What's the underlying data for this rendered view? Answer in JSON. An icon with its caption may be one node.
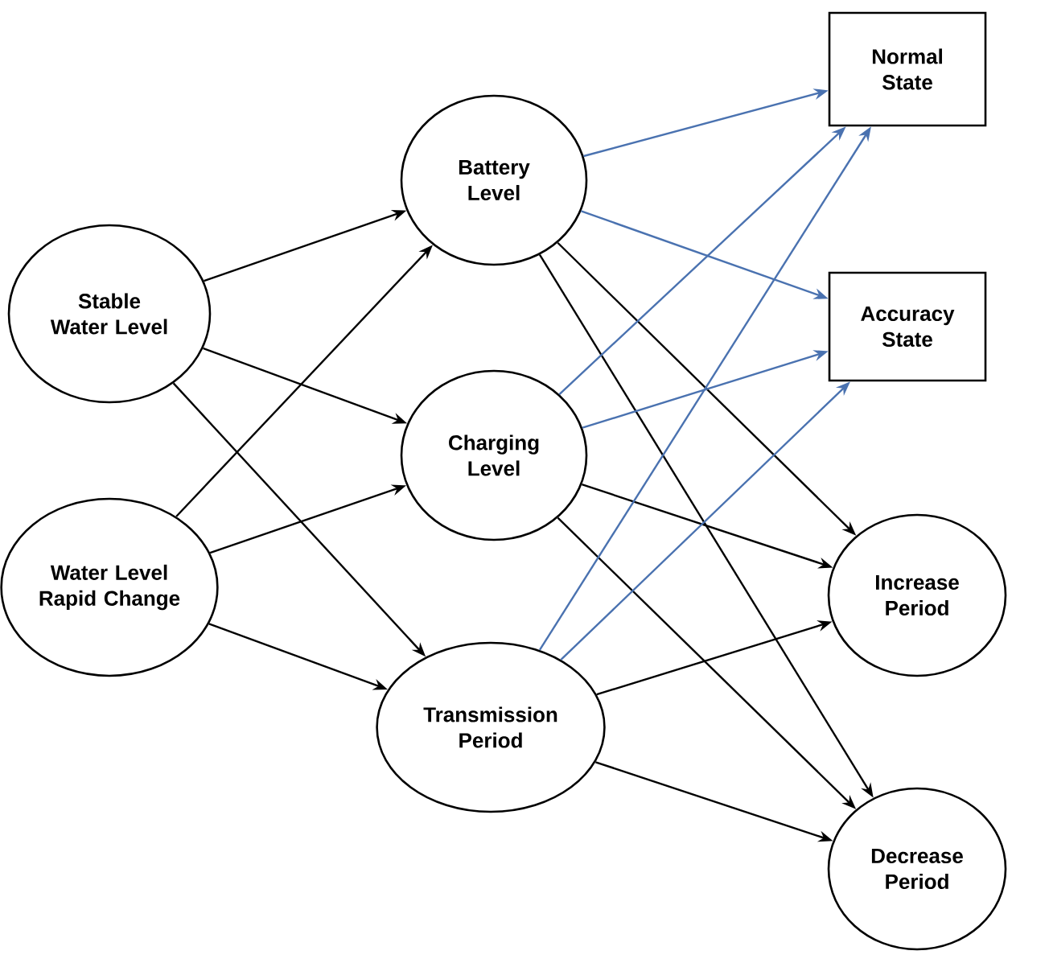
{
  "diagram": {
    "nodes": [
      {
        "text": [
          "Stable Water Level"
        ]
      },
      {
        "text": [
          "Water Level Rapid Change"
        ]
      },
      {
        "text": [
          "Battery Level"
        ]
      },
      {
        "text": [
          "Charging Level"
        ]
      },
      {
        "text": [
          "Transmission Period"
        ]
      },
      {
        "text": [
          "Normal State"
        ]
      },
      {
        "text": [
          "Accuracy State"
        ]
      },
      {
        "text": [
          "Increase Period"
        ]
      },
      {
        "text": [
          "Decrease Period"
        ]
      }
    ],
    "edges": [
      {
        "from": 0,
        "to": 2,
        "arrow": "to"
      },
      {
        "from": 0,
        "to": 3,
        "arrow": "to"
      },
      {
        "from": 0,
        "to": 4,
        "arrow": "to"
      },
      {
        "from": 1,
        "to": 2,
        "arrow": "to"
      },
      {
        "from": 1,
        "to": 3,
        "arrow": "to"
      },
      {
        "from": 1,
        "to": 4,
        "arrow": "to"
      },
      {
        "from": 2,
        "to": 5,
        "arrow": "to",
        "color": "#4a72b0"
      },
      {
        "from": 2,
        "to": 6,
        "arrow": "to",
        "color": "#4a72b0"
      },
      {
        "from": 2,
        "to": 7,
        "arrow": "to"
      },
      {
        "from": 2,
        "to": 8,
        "arrow": "to"
      },
      {
        "from": 3,
        "to": 5,
        "arrow": "to",
        "color": "#4a72b0"
      },
      {
        "from": 3,
        "to": 6,
        "arrow": "to",
        "color": "#4a72b0"
      },
      {
        "from": 3,
        "to": 7,
        "arrow": "to"
      },
      {
        "from": 3,
        "to": 8,
        "arrow": "to"
      },
      {
        "from": 4,
        "to": 5,
        "arrow": "to",
        "color": "#4a72b0"
      },
      {
        "from": 4,
        "to": 6,
        "arrow": "to",
        "color": "#4a72b0"
      },
      {
        "from": 4,
        "to": 7,
        "arrow": "to"
      },
      {
        "from": 4,
        "to": 8,
        "arrow": "to"
      }
    ]
  }
}
